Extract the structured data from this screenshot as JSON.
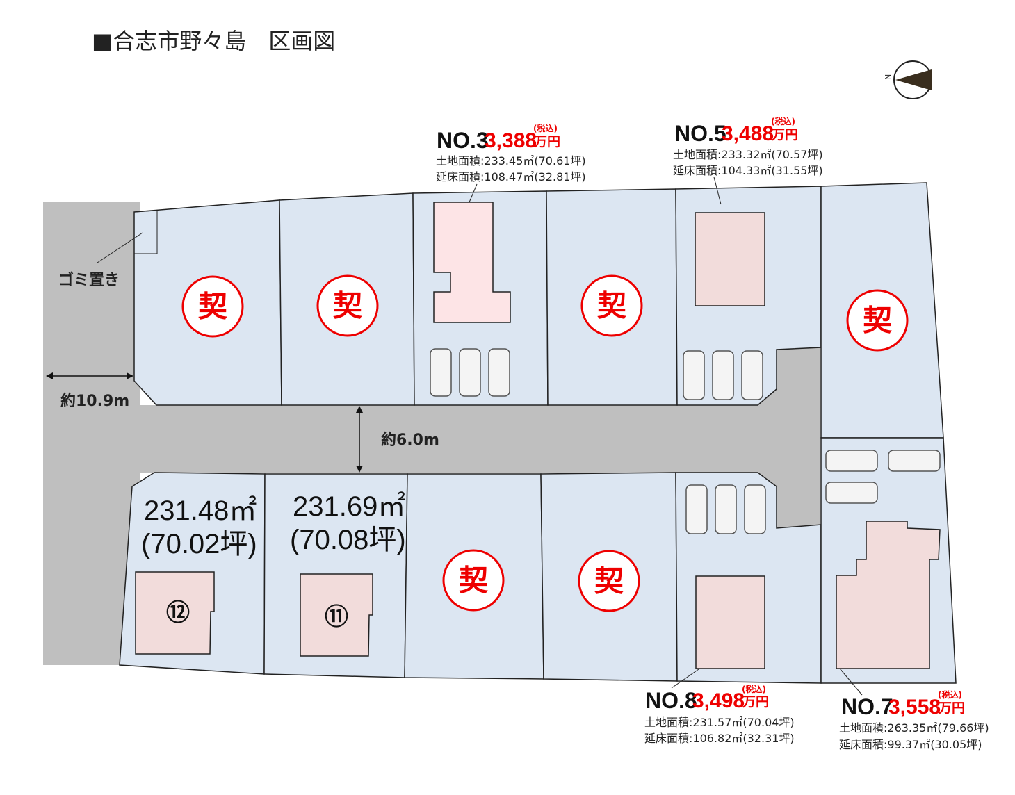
{
  "title": "■合志市野々島　区画図",
  "compass": {
    "label": "N"
  },
  "roads": {
    "left_width": "約10.9m",
    "main_width": "約6.0m",
    "garbage": "ゴミ置き"
  },
  "contract_mark": "契",
  "listings": [
    {
      "no": "NO.3",
      "price": "3,388",
      "unit": "万円",
      "tax": "(税込)",
      "land": "土地面積:233.45㎡(70.61坪)",
      "floor": "延床面積:108.47㎡(32.81坪)"
    },
    {
      "no": "NO.5",
      "price": "3,488",
      "unit": "万円",
      "tax": "(税込)",
      "land": "土地面積:233.32㎡(70.57坪)",
      "floor": "延床面積:104.33㎡(31.55坪)"
    },
    {
      "no": "NO.8",
      "price": "3,498",
      "unit": "万円",
      "tax": "(税込)",
      "land": "土地面積:231.57㎡(70.04坪)",
      "floor": "延床面積:106.82㎡(32.31坪)"
    },
    {
      "no": "NO.7",
      "price": "3,558",
      "unit": "万円",
      "tax": "(税込)",
      "land": "土地面積:263.35㎡(79.66坪)",
      "floor": "延床面積:99.37㎡(30.05坪)"
    }
  ],
  "lots": [
    {
      "number": "⑫",
      "area": "231.48㎡",
      "tsubo": "(70.02坪)"
    },
    {
      "number": "⑪",
      "area": "231.69㎡",
      "tsubo": "(70.08坪)"
    }
  ]
}
